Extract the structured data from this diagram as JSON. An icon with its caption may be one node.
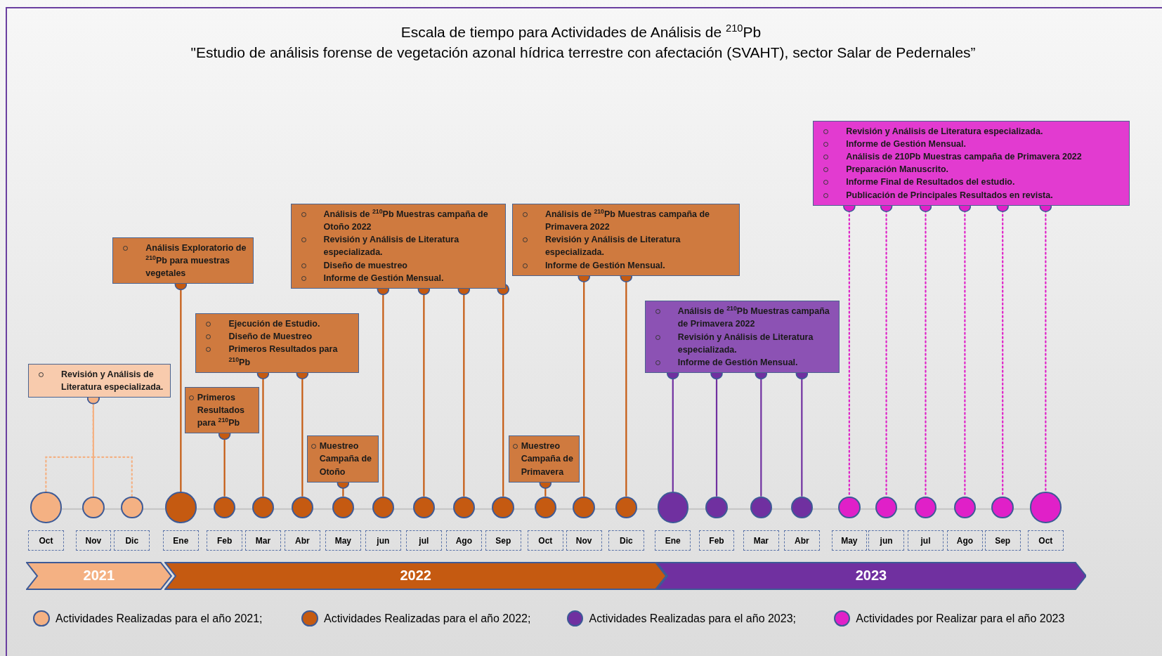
{
  "diagram": {
    "title": "Escala de tiempo para Actividades de Análisis de $^{210}$Pb",
    "nodes": [
      {
        "text": [
          "Revisión y Análisis de Literatura especializada."
        ]
      },
      {
        "text": [
          "Análisis Exploratorio de $^{210}$Pb para muestras vegetales"
        ]
      },
      {
        "text": [
          "Ejecución de Estudio.",
          "Diseño de Muestreo",
          "Primeros Resultados para $^{210}$Pb"
        ]
      },
      {
        "text": [
          "Primeros Resultados para  $^{210}$Pb"
        ]
      },
      {
        "text": [
          "Muestreo Campaña de Otoño"
        ]
      },
      {
        "text": [
          "Análisis de $^{210}$Pb Muestras campaña de Otoño 2022",
          "Revisión y Análisis de Literatura especializada.",
          "Diseño de muestreo",
          "Informe de Gestión Mensual."
        ]
      },
      {
        "text": [
          "Análisis de $^{210}$Pb Muestras campaña de Primavera 2022",
          "Revisión y Análisis de Literatura especializada.",
          "Informe de Gestión Mensual."
        ]
      },
      {
        "text": [
          "Muestreo Campaña de Primavera"
        ]
      },
      {
        "text": [
          "Análisis de $^{210}$Pb Muestras campaña de Primavera 2022",
          "Revisión y Análisis de Literatura especializada.",
          "Informe de Gestión Mensual."
        ]
      },
      {
        "text": [
          "Revisión y Análisis de Literatura especializada.",
          "Informe de Gestión Mensual.",
          "Análisis de 210Pb Muestras campaña de Primavera 2022",
          "Preparación Manuscrito.",
          "Informe Final de Resultados del estudio.",
          "Publicación de Principales Resultados en revista."
        ]
      },
      {
        "text": [],
        "shape": "circle"
      },
      {
        "text": [],
        "shape": "circle"
      },
      {
        "text": [],
        "shape": "circle"
      },
      {
        "text": [],
        "shape": "circle"
      },
      {
        "text": [],
        "shape": "circle"
      },
      {
        "text": [],
        "shape": "circle"
      },
      {
        "text": [],
        "shape": "circle"
      },
      {
        "text": [],
        "shape": "circle"
      },
      {
        "text": [],
        "shape": "circle"
      },
      {
        "text": [],
        "shape": "circle"
      },
      {
        "text": [],
        "shape": "circle"
      },
      {
        "text": [],
        "shape": "circle"
      },
      {
        "text": [],
        "shape": "circle"
      },
      {
        "text": [],
        "shape": "circle"
      },
      {
        "text": [],
        "shape": "circle"
      },
      {
        "text": [],
        "shape": "circle"
      },
      {
        "text": [],
        "shape": "circle"
      },
      {
        "text": [],
        "shape": "circle"
      },
      {
        "text": [],
        "shape": "circle"
      },
      {
        "text": [],
        "shape": "circle"
      },
      {
        "text": [],
        "shape": "circle"
      },
      {
        "text": [],
        "shape": "circle"
      },
      {
        "text": [],
        "shape": "circle"
      },
      {
        "text": [],
        "shape": "circle"
      },
      {
        "text": [],
        "shape": "circle"
      },
      {
        "text": [
          "Oct"
        ]
      },
      {
        "text": [
          "Nov"
        ]
      },
      {
        "text": [
          "Dic"
        ]
      },
      {
        "text": [
          "Ene"
        ]
      },
      {
        "text": [
          "Feb"
        ]
      },
      {
        "text": [
          "Mar"
        ]
      },
      {
        "text": [
          "Abr"
        ]
      },
      {
        "text": [
          "May"
        ]
      },
      {
        "text": [
          "jun"
        ]
      },
      {
        "text": [
          "jul"
        ]
      },
      {
        "text": [
          "Ago"
        ]
      },
      {
        "text": [
          "Sep"
        ]
      },
      {
        "text": [
          "Oct"
        ]
      },
      {
        "text": [
          "Nov"
        ]
      },
      {
        "text": [
          "Dic"
        ]
      },
      {
        "text": [
          "Ene"
        ]
      },
      {
        "text": [
          "Feb"
        ]
      },
      {
        "text": [
          "Mar"
        ]
      },
      {
        "text": [
          "Abr"
        ]
      },
      {
        "text": [
          "May"
        ]
      },
      {
        "text": [
          "jun"
        ]
      },
      {
        "text": [
          "jul"
        ]
      },
      {
        "text": [
          "Ago"
        ]
      },
      {
        "text": [
          "Sep"
        ]
      },
      {
        "text": [
          "Oct"
        ]
      },
      {
        "text": [
          "2021"
        ]
      },
      {
        "text": [
          "2022"
        ]
      },
      {
        "text": [
          "2023"
        ]
      }
    ],
    "edges": [
      {
        "from": 0,
        "to": 10,
        "arrow": "other",
        "style": "dashed",
        "color": "#f4b183"
      },
      {
        "from": 0,
        "to": 11,
        "arrow": "other",
        "color": "#f4b183"
      },
      {
        "from": 0,
        "to": 12,
        "arrow": "other",
        "style": "dashed",
        "color": "#f4b183"
      },
      {
        "from": 1,
        "to": 13,
        "arrow": "other"
      },
      {
        "from": 2,
        "to": 15,
        "arrow": "other"
      },
      {
        "from": 2,
        "to": 16,
        "arrow": "other"
      },
      {
        "from": 3,
        "to": 14,
        "arrow": "other"
      },
      {
        "from": 4,
        "to": 17,
        "arrow": "other"
      },
      {
        "from": 5,
        "to": 18,
        "arrow": "other"
      },
      {
        "from": 5,
        "to": 19,
        "arrow": "other"
      },
      {
        "from": 5,
        "to": 20,
        "arrow": "other"
      },
      {
        "from": 5,
        "to": 21,
        "arrow": "other"
      },
      {
        "from": 6,
        "to": 23,
        "arrow": "other"
      },
      {
        "from": 6,
        "to": 24,
        "arrow": "other"
      },
      {
        "from": 7,
        "to": 22,
        "arrow": "other"
      },
      {
        "from": 8,
        "to": 25,
        "arrow": "other",
        "color": "#7030a0"
      },
      {
        "from": 8,
        "to": 26,
        "arrow": "other",
        "color": "#7030a0"
      },
      {
        "from": 8,
        "to": 27,
        "arrow": "other",
        "color": "#7030a0"
      },
      {
        "from": 8,
        "to": 28,
        "arrow": "other",
        "color": "#7030a0"
      },
      {
        "from": 9,
        "to": 29,
        "arrow": "other",
        "style": "dashed",
        "color": "#e020c8"
      },
      {
        "from": 9,
        "to": 30,
        "arrow": "other",
        "style": "dashed",
        "color": "#e020c8"
      },
      {
        "from": 9,
        "to": 31,
        "arrow": "other",
        "style": "dashed",
        "color": "#e020c8"
      },
      {
        "from": 9,
        "to": 32,
        "arrow": "other",
        "style": "dashed",
        "color": "#e020c8"
      },
      {
        "from": 9,
        "to": 33,
        "arrow": "other",
        "style": "dashed",
        "color": "#e020c8"
      },
      {
        "from": 9,
        "to": 34,
        "arrow": "other",
        "style": "dashed",
        "color": "#e020c8"
      }
    ],
    "labels": [
      "\"Estudio de análisis forense de vegetación azonal hídrica terrestre con afectación (SVAHT), sector Salar de Pedernales”"
    ],
    "legend": [
      {
        "text": "Actividades Realizadas para el año 2021;",
        "color": "#f4b183"
      },
      {
        "text": "Actividades Realizadas para el año 2022;",
        "color": "#c55a11"
      },
      {
        "text": "Actividades Realizadas para el año 2023;",
        "color": "#7030a0"
      },
      {
        "text": "Actividades por Realizar para el año 2023",
        "color": "#e020c8"
      }
    ]
  }
}
